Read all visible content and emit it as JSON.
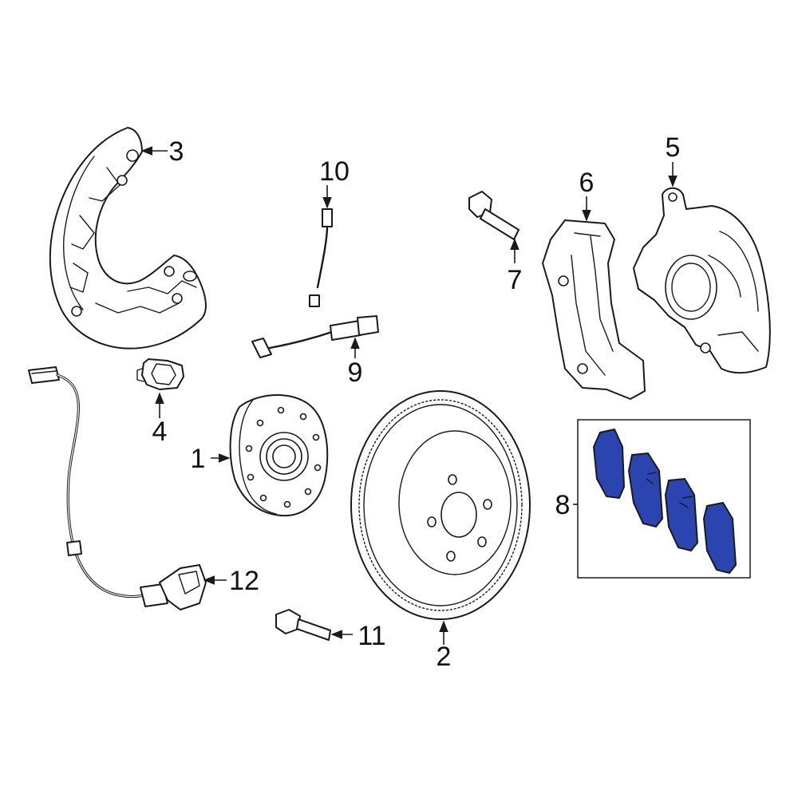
{
  "diagram": {
    "highlight_color": "#2b44b0",
    "callouts": [
      {
        "id": "c1",
        "label": "1"
      },
      {
        "id": "c2",
        "label": "2"
      },
      {
        "id": "c3",
        "label": "3"
      },
      {
        "id": "c4",
        "label": "4"
      },
      {
        "id": "c5",
        "label": "5"
      },
      {
        "id": "c6",
        "label": "6"
      },
      {
        "id": "c7",
        "label": "7"
      },
      {
        "id": "c8",
        "label": "8"
      },
      {
        "id": "c9",
        "label": "9"
      },
      {
        "id": "c10",
        "label": "10"
      },
      {
        "id": "c11",
        "label": "11"
      },
      {
        "id": "c12",
        "label": "12"
      }
    ]
  }
}
